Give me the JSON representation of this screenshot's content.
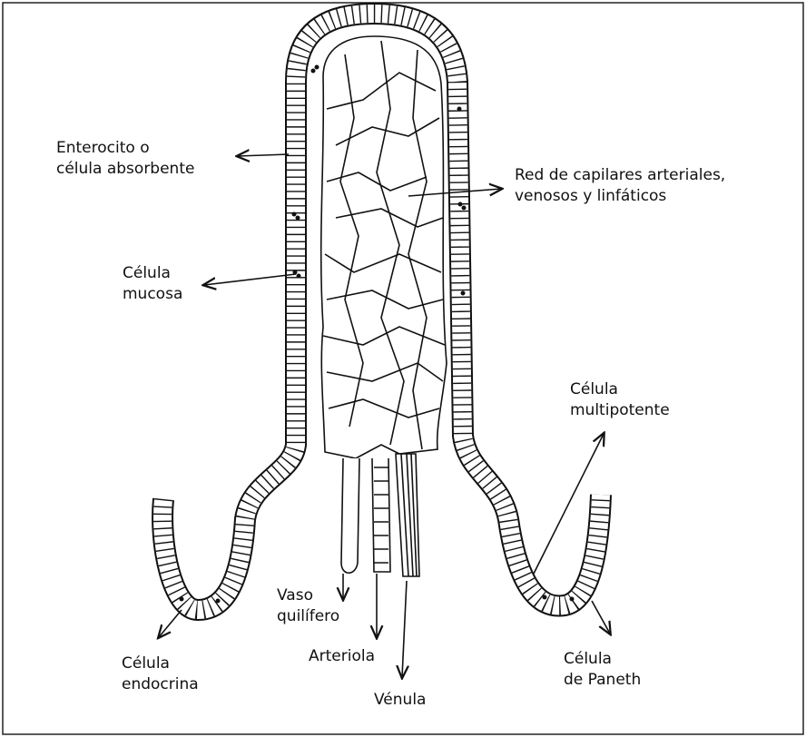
{
  "labels": {
    "enterocyte": [
      "Enterocito o",
      "célula absorbente"
    ],
    "capillaries": [
      "Red de capilares arteriales,",
      "venosos y linfáticos"
    ],
    "mucous": [
      "Célula",
      "mucosa"
    ],
    "multipotent": [
      "Célula",
      "multipotente"
    ],
    "lacteal": [
      "Vaso",
      "quilífero"
    ],
    "arteriole": "Arteriola",
    "venule": "Vénula",
    "endocrine": [
      "Célula",
      "endocrina"
    ],
    "paneth": [
      "Célula",
      "de Paneth"
    ]
  }
}
